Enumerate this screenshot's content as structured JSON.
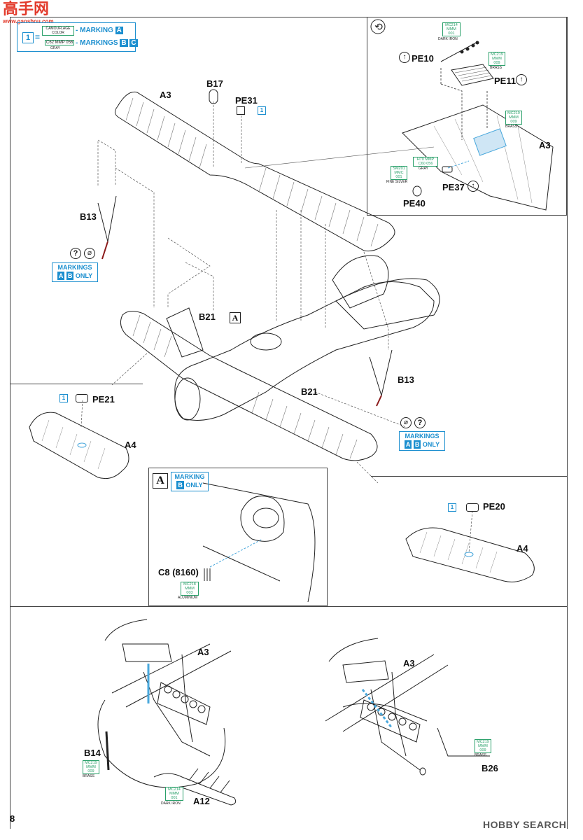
{
  "watermark": {
    "top": "高手网",
    "sub": "www.gaoshou.com"
  },
  "legend": {
    "ref_number": "1",
    "row1_small": "CAMOUFLAGE COLOR",
    "row1_text": "- MARKING",
    "row1_letter": "A",
    "row2_codes": "C62 MMP 056",
    "row2_small": "GRAY",
    "row2_text": "- MARKINGS",
    "row2_letters": [
      "B",
      "C"
    ]
  },
  "parts": {
    "a3_top": "A3",
    "b17": "B17",
    "pe31": "PE31",
    "pe31_ref": "1",
    "b13_left": "B13",
    "b21_left": "B21",
    "b21_right": "B21",
    "b13_right": "B13",
    "pe21": "PE21",
    "pe21_ref": "1",
    "a4_left": "A4",
    "pe20": "PE20",
    "pe20_ref": "1",
    "a4_right": "A4",
    "c8": "C8 (8160)",
    "pe10": "PE10",
    "pe11": "PE11",
    "a3_inset": "A3",
    "pe37": "PE37",
    "pe40": "PE40",
    "a3_bottom_left": "A3",
    "b14": "B14",
    "a12": "A12",
    "a3_bottom_right": "A3",
    "b26": "B26"
  },
  "markings_only_left": {
    "line1": "MARKINGS",
    "letters": [
      "A",
      "B"
    ],
    "suffix": "ONLY"
  },
  "markings_only_right": {
    "line1": "MARKINGS",
    "letters": [
      "A",
      "B"
    ],
    "suffix": "ONLY"
  },
  "marking_b_only": {
    "line1": "MARKING",
    "letter": "B",
    "suffix": "ONLY"
  },
  "marking_box_a": "A",
  "marking_box_a_inset": "A",
  "paints": {
    "dark_iron_top": {
      "code1": "MC214",
      "code2": "MMM",
      "code3": "001",
      "name": "DARK IRON"
    },
    "brass_pe10": {
      "code1": "MC219",
      "code2": "MMM",
      "code3": "009",
      "name": "BRASS"
    },
    "brass_wing": {
      "code1": "MC219",
      "code2": "MMM",
      "code3": "009",
      "name": "BRASS"
    },
    "gray_pe37": {
      "code1": "H70",
      "code2": "MMP",
      "code3": "056",
      "prefix": "C60",
      "name": "GRAY"
    },
    "fine_silver": {
      "code1": "SM201",
      "code2": "MMC",
      "code3": "001",
      "name": "FINE SILVER"
    },
    "aluminium": {
      "code1": "MC218",
      "code2": "MMM",
      "code3": "003",
      "name": "ALUMINIUM"
    },
    "brass_b14": {
      "code1": "MC219",
      "code2": "MMM",
      "code3": "009",
      "name": "BRASS"
    },
    "dark_iron_a12": {
      "code1": "MC214",
      "code2": "MMM",
      "code3": "001",
      "name": "DARK IRON"
    },
    "brass_b26": {
      "code1": "MC219",
      "code2": "MMM",
      "code3": "009",
      "name": "BRASS"
    }
  },
  "icons": {
    "rotate": "rotate-icon",
    "question": "question-icon",
    "cut": "no-glue-icon"
  },
  "page_number": "8",
  "footer_brand": "HOBBY SEARCH",
  "colors": {
    "accent_blue": "#1c8fcf",
    "paint_green": "#2aa06a",
    "line": "#222222"
  }
}
